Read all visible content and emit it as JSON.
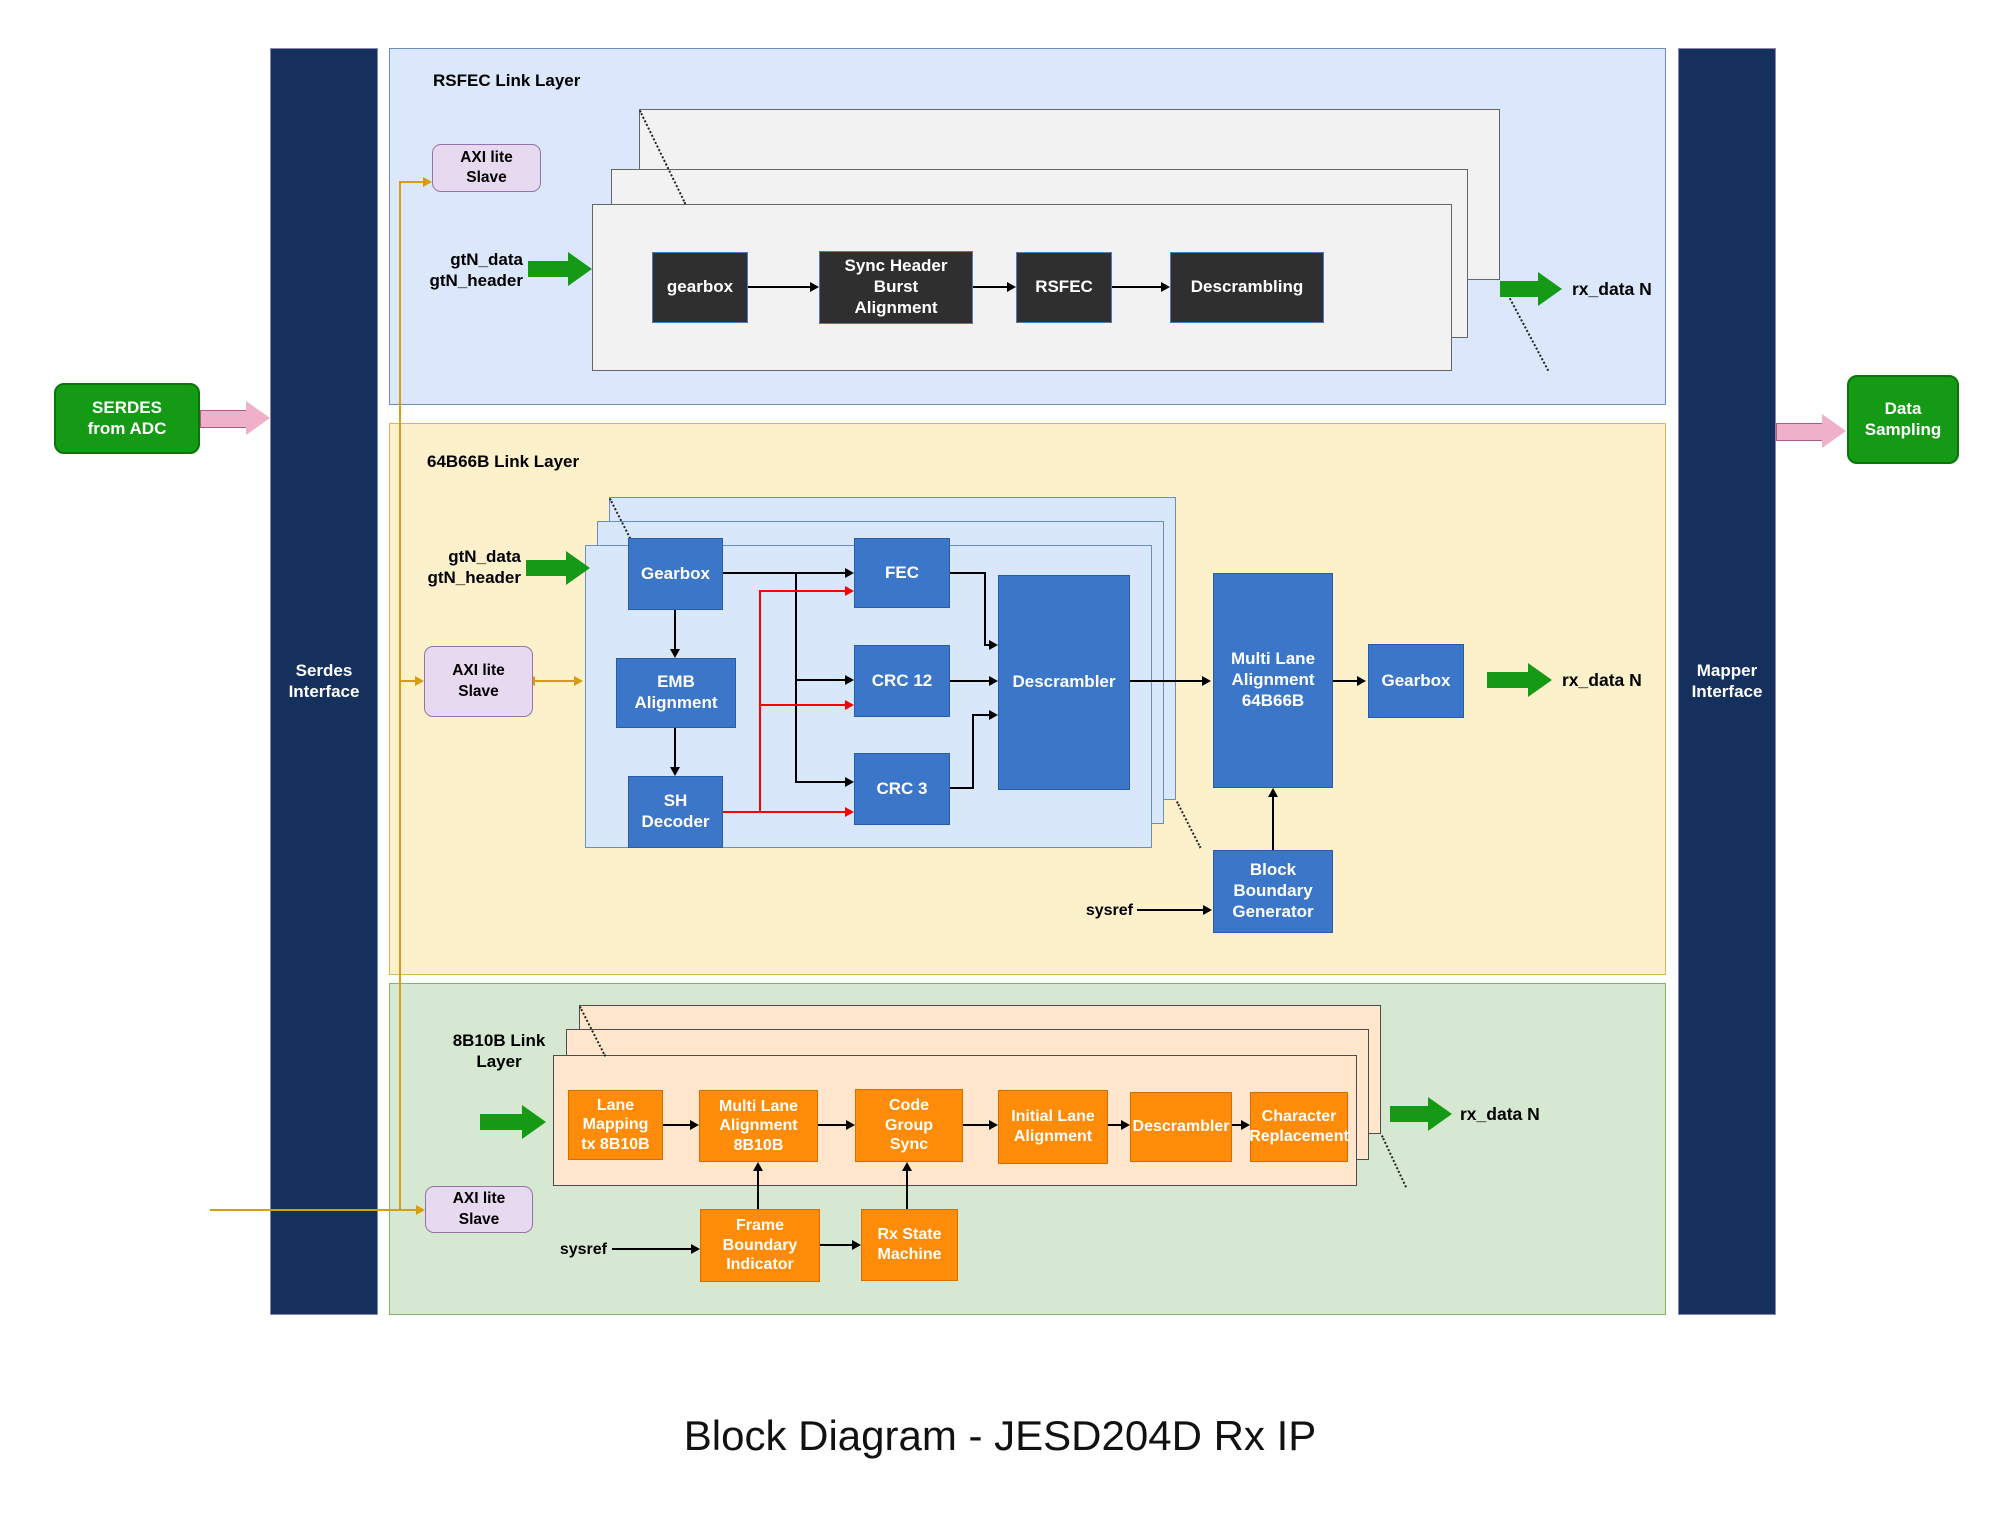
{
  "title": "Block Diagram - JESD204D Rx IP",
  "endpoints": {
    "serdes_from_adc": "SERDES\nfrom ADC",
    "data_sampling": "Data\nSampling"
  },
  "interfaces": {
    "serdes": "Serdes\nInterface",
    "mapper": "Mapper\nInterface"
  },
  "rsfec_layer": {
    "label": "RSFEC Link Layer",
    "axi_slave": "AXI lite\nSlave",
    "input": "gtN_data\ngtN_header",
    "blocks": {
      "gearbox": "gearbox",
      "sync_header_burst_alignment": "Sync Header\nBurst\nAlignment",
      "rsfec": "RSFEC",
      "descrambling": "Descrambling"
    },
    "output": "rx_data N"
  },
  "link64b66b_layer": {
    "label": "64B66B Link Layer",
    "axi_slave": "AXI lite\nSlave",
    "input": "gtN_data\ngtN_header",
    "sysref": "sysref",
    "blocks": {
      "gearbox_in": "Gearbox",
      "emb_alignment": "EMB\nAlignment",
      "sh_decoder": "SH\nDecoder",
      "fec": "FEC",
      "crc12": "CRC 12",
      "crc3": "CRC 3",
      "descrambler": "Descrambler",
      "multi_lane_alignment": "Multi Lane\nAlignment\n64B66B",
      "gearbox_out": "Gearbox",
      "block_boundary_generator": "Block\nBoundary\nGenerator"
    },
    "output": "rx_data N"
  },
  "link8b10b_layer": {
    "label": "8B10B Link\nLayer",
    "axi_slave": "AXI lite\nSlave",
    "sysref": "sysref",
    "blocks": {
      "lane_mapping": "Lane\nMapping\ntx 8B10B",
      "multi_lane_alignment": "Multi Lane\nAlignment\n8B10B",
      "code_group_sync": "Code\nGroup\nSync",
      "initial_lane_alignment": "Initial Lane\nAlignment",
      "descrambler": "Descrambler",
      "character_replacement": "Character\nReplacement",
      "frame_boundary_indicator": "Frame\nBoundary\nIndicator",
      "rx_state_machine": "Rx State\nMachine"
    },
    "output": "rx_data N"
  },
  "colors": {
    "blue_box": "#3b76c9",
    "orange_box": "#ff8c08",
    "dark_box": "#2f2f2f",
    "navy_bar": "#15305c",
    "green_arrow": "#149a14",
    "pink_arrow": "#efb0ca",
    "axi_wire": "#d79d0f",
    "red_wire": "#ff0000",
    "section_rsfec": "#dbe8fb",
    "section_64b66b": "#fcf1cb",
    "section_8b10b": "#d7e8d2"
  }
}
